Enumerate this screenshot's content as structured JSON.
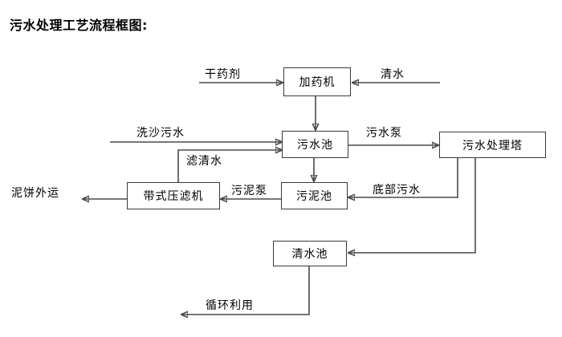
{
  "title": "污水处理工艺流程框图:",
  "nodes": [
    {
      "id": "dosing-machine",
      "label": "加药机"
    },
    {
      "id": "sewage-pool",
      "label": "污水池"
    },
    {
      "id": "treatment-tower",
      "label": "污水处理塔"
    },
    {
      "id": "belt-filter-press",
      "label": "带式压滤机"
    },
    {
      "id": "sludge-pool",
      "label": "污泥池"
    },
    {
      "id": "clean-water-pool",
      "label": "清水池"
    }
  ],
  "edge_labels": [
    {
      "id": "dry-chemical",
      "label": "干药剂"
    },
    {
      "id": "clean-water-in",
      "label": "清水"
    },
    {
      "id": "sand-wash-sewage",
      "label": "洗沙污水"
    },
    {
      "id": "filtered-clear-water",
      "label": "滤清水"
    },
    {
      "id": "sewage-pump",
      "label": "污水泵"
    },
    {
      "id": "sludge-pump",
      "label": "污泥泵"
    },
    {
      "id": "bottom-sewage",
      "label": "底部污水"
    },
    {
      "id": "mud-cake-out",
      "label": "泥饼外运"
    },
    {
      "id": "recycle-reuse",
      "label": "循环利用"
    }
  ],
  "colors": {
    "background": "#ffffff",
    "line": "#4a4a4a",
    "box_border": "#3a3a3a",
    "text": "#000000"
  }
}
